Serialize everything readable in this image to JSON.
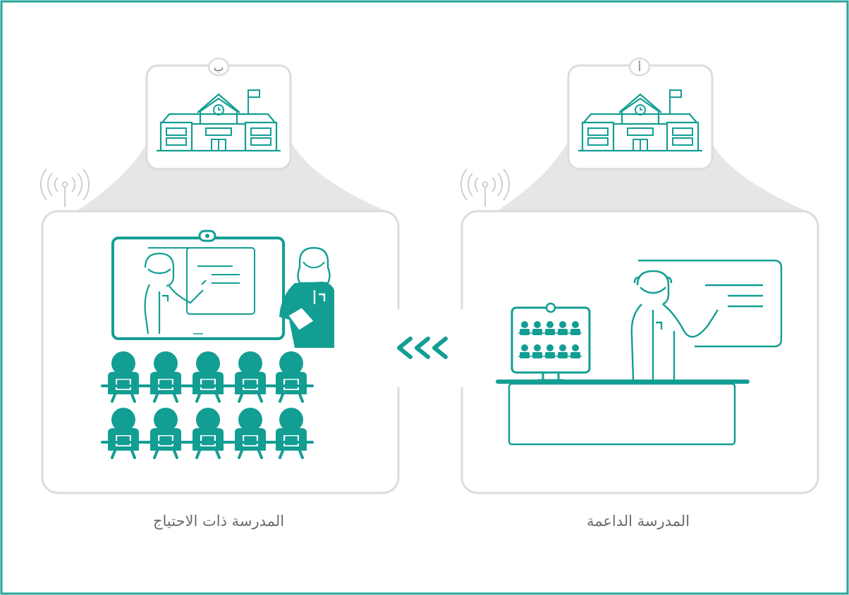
{
  "diagram": {
    "colors": {
      "frame": "#26a69a",
      "accent": "#139e93",
      "panel_border": "#dcdcdc",
      "connector": "#e6e6e6",
      "caption": "#6b6b6b"
    },
    "school_b": {
      "letter": "ب",
      "caption": "المدرسة ذات الاحتياج",
      "icons": [
        "school-building-icon",
        "wifi-signal-icon",
        "video-screen-icon",
        "remote-teacher-icon",
        "local-teacher-icon",
        "student-icon"
      ]
    },
    "school_a": {
      "letter": "أ",
      "caption": "المدرسة الداعمة",
      "icons": [
        "school-building-icon",
        "wifi-signal-icon",
        "monitor-icon",
        "teacher-icon",
        "whiteboard-icon",
        "desk-icon"
      ]
    },
    "direction_icon": "chevrons-left-icon"
  }
}
